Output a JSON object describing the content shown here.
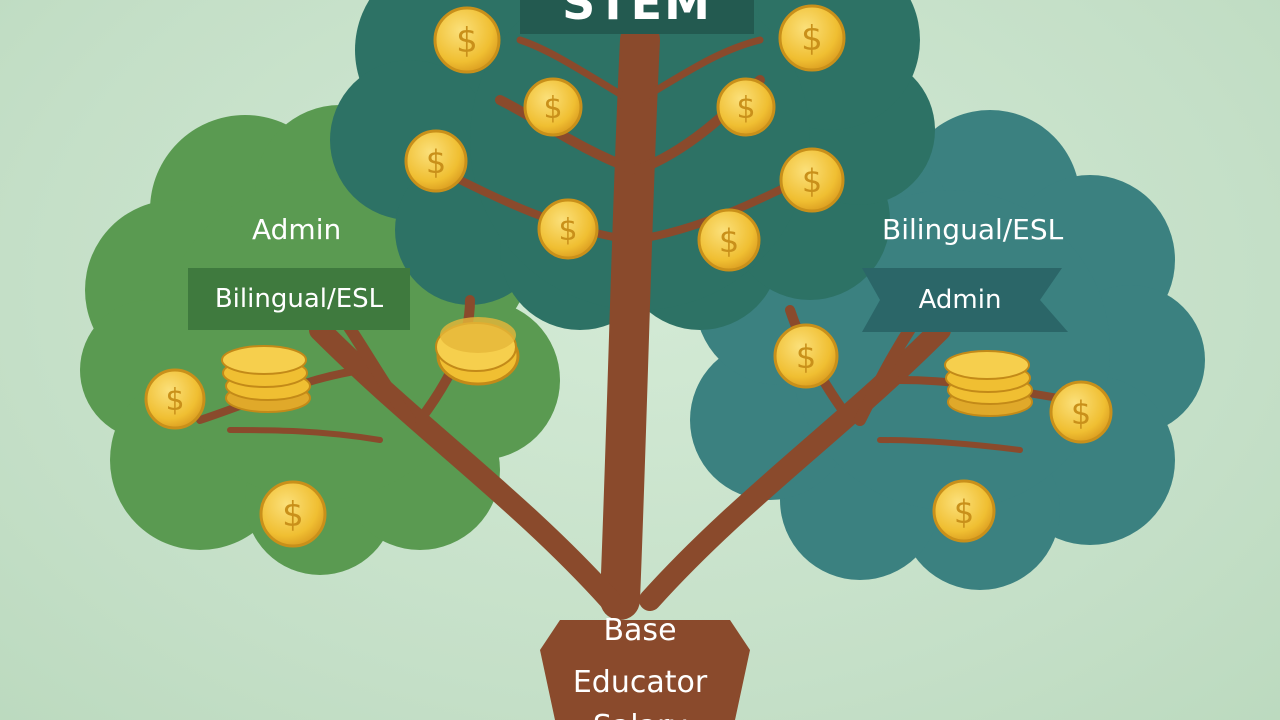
{
  "labels": {
    "top_banner": "STEM",
    "left_title": "Admin",
    "left_banner": "Bilingual/ESL",
    "right_title": "Bilingual/ESL",
    "right_banner": "Admin",
    "trunk_line1": "Base",
    "trunk_line2": "Educator",
    "trunk_line3": "Salary"
  },
  "icons": {
    "coin": "dollar-coin-icon",
    "coin_stack": "coin-stack-icon"
  },
  "colors": {
    "background": "#c9e3cc",
    "left_canopy": "#5b9b52",
    "center_canopy": "#2e7466",
    "right_canopy": "#3d8280",
    "trunk": "#8a4a2c",
    "coin": "#f2c53a",
    "banner_left": "#3f7a3e",
    "banner_center": "#235a50",
    "banner_right": "#2b6668"
  }
}
